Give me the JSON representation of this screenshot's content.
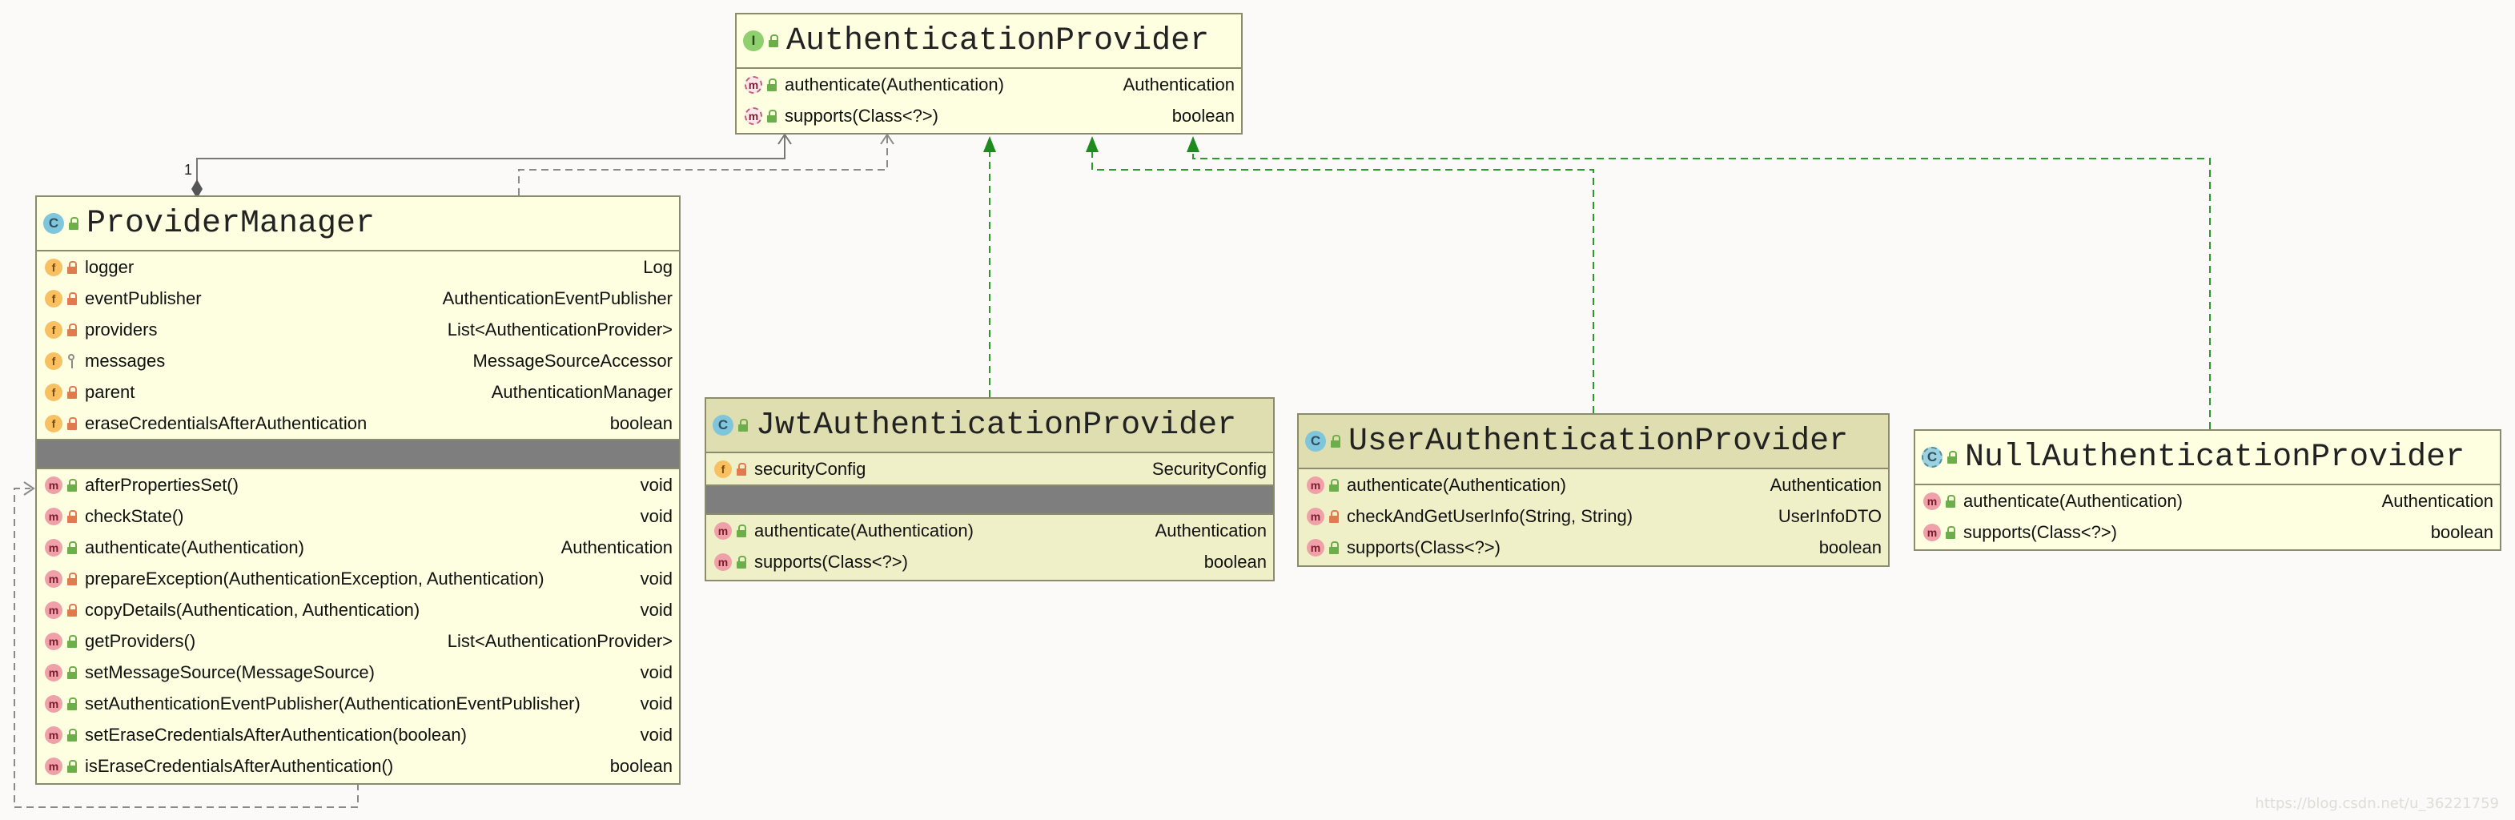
{
  "classes": {
    "authentication_provider": {
      "name": "AuthenticationProvider",
      "kind_icon": "I",
      "methods": [
        {
          "name": "authenticate(Authentication)",
          "type": "Authentication"
        },
        {
          "name": "supports(Class<?>)",
          "type": "boolean"
        }
      ]
    },
    "provider_manager": {
      "name": "ProviderManager",
      "kind_icon": "C",
      "fields": [
        {
          "name": "logger",
          "type": "Log"
        },
        {
          "name": "eventPublisher",
          "type": "AuthenticationEventPublisher"
        },
        {
          "name": "providers",
          "type": "List<AuthenticationProvider>"
        },
        {
          "name": "messages",
          "type": "MessageSourceAccessor"
        },
        {
          "name": "parent",
          "type": "AuthenticationManager"
        },
        {
          "name": "eraseCredentialsAfterAuthentication",
          "type": "boolean"
        }
      ],
      "methods": [
        {
          "name": "afterPropertiesSet()",
          "type": "void"
        },
        {
          "name": "checkState()",
          "type": "void"
        },
        {
          "name": "authenticate(Authentication)",
          "type": "Authentication"
        },
        {
          "name": "prepareException(AuthenticationException, Authentication)",
          "type": "void"
        },
        {
          "name": "copyDetails(Authentication, Authentication)",
          "type": "void"
        },
        {
          "name": "getProviders()",
          "type": "List<AuthenticationProvider>"
        },
        {
          "name": "setMessageSource(MessageSource)",
          "type": "void"
        },
        {
          "name": "setAuthenticationEventPublisher(AuthenticationEventPublisher)",
          "type": "void"
        },
        {
          "name": "setEraseCredentialsAfterAuthentication(boolean)",
          "type": "void"
        },
        {
          "name": "isEraseCredentialsAfterAuthentication()",
          "type": "boolean"
        }
      ]
    },
    "jwt_authentication_provider": {
      "name": "JwtAuthenticationProvider",
      "kind_icon": "C",
      "fields": [
        {
          "name": "securityConfig",
          "type": "SecurityConfig"
        }
      ],
      "methods": [
        {
          "name": "authenticate(Authentication)",
          "type": "Authentication"
        },
        {
          "name": "supports(Class<?>)",
          "type": "boolean"
        }
      ]
    },
    "user_authentication_provider": {
      "name": "UserAuthenticationProvider",
      "kind_icon": "C",
      "methods": [
        {
          "name": "authenticate(Authentication)",
          "type": "Authentication"
        },
        {
          "name": "checkAndGetUserInfo(String, String)",
          "type": "UserInfoDTO"
        },
        {
          "name": "supports(Class<?>)",
          "type": "boolean"
        }
      ]
    },
    "null_authentication_provider": {
      "name": "NullAuthenticationProvider",
      "kind_icon": "C",
      "methods": [
        {
          "name": "authenticate(Authentication)",
          "type": "Authentication"
        },
        {
          "name": "supports(Class<?>)",
          "type": "boolean"
        }
      ]
    }
  },
  "relations": {
    "multiplicity": "1"
  },
  "colors": {
    "box_fill": "#fefee0",
    "box_border": "#8b8b6e",
    "implements_line": "#2e9a2e",
    "dependency_line": "#8a8a8a",
    "separator": "#7e7e7e"
  },
  "watermark": "https://blog.csdn.net/u_36221759"
}
